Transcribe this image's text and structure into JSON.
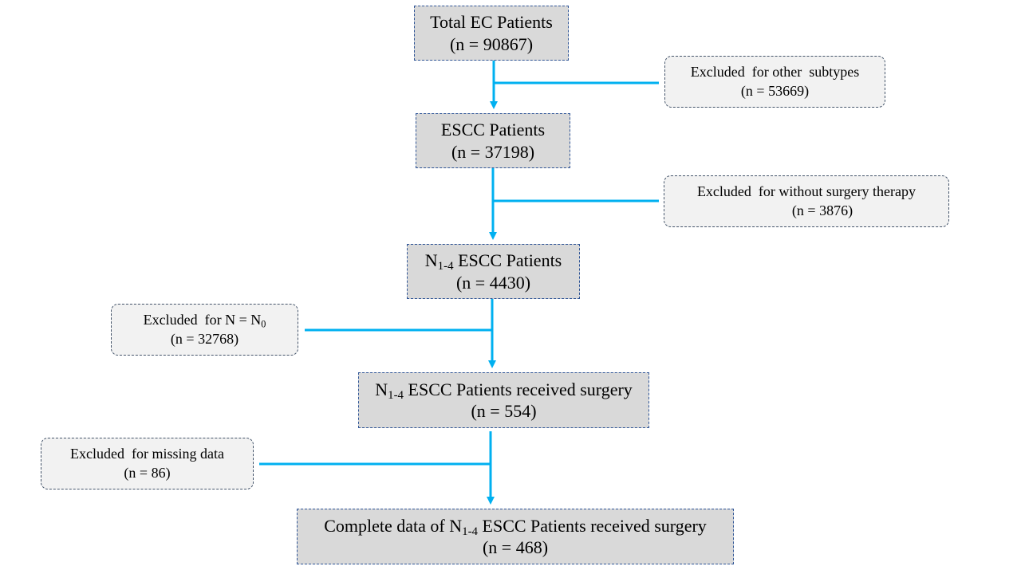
{
  "flowchart": {
    "main_boxes": {
      "total": {
        "title": "Total EC Patients",
        "count": "(n = 90867)"
      },
      "escc": {
        "title": "ESCC Patients",
        "count": "(n = 37198)"
      },
      "n14": {
        "n_letter": "N",
        "n_sub": "1-4",
        "title_rest": " ESCC Patients",
        "count": "(n = 4430)"
      },
      "surgery": {
        "n_letter": "N",
        "n_sub": "1-4",
        "title_rest": " ESCC Patients received surgery",
        "count": "(n = 554)"
      },
      "complete": {
        "title_prefix": "Complete data of ",
        "n_letter": "N",
        "n_sub": "1-4",
        "title_rest": " ESCC Patients received surgery",
        "count": "(n = 468)"
      }
    },
    "exclusions": {
      "other_subtypes": {
        "title": "Excluded  for other  subtypes",
        "count": "(n = 53669)"
      },
      "without_surgery": {
        "title": "Excluded  for without surgery therapy",
        "count": "(n = 3876)"
      },
      "n0": {
        "title": "Excluded  for N = N",
        "title_sub": "0",
        "count": "(n = 32768)"
      },
      "missing": {
        "title": "Excluded  for missing data",
        "count": "(n = 86)"
      }
    },
    "colors": {
      "arrow": "#00b0f0",
      "main_fill": "#d9d9d9",
      "exclusion_fill": "#f2f2f2",
      "main_border": "#2f5597",
      "exclusion_border": "#44546a"
    }
  }
}
